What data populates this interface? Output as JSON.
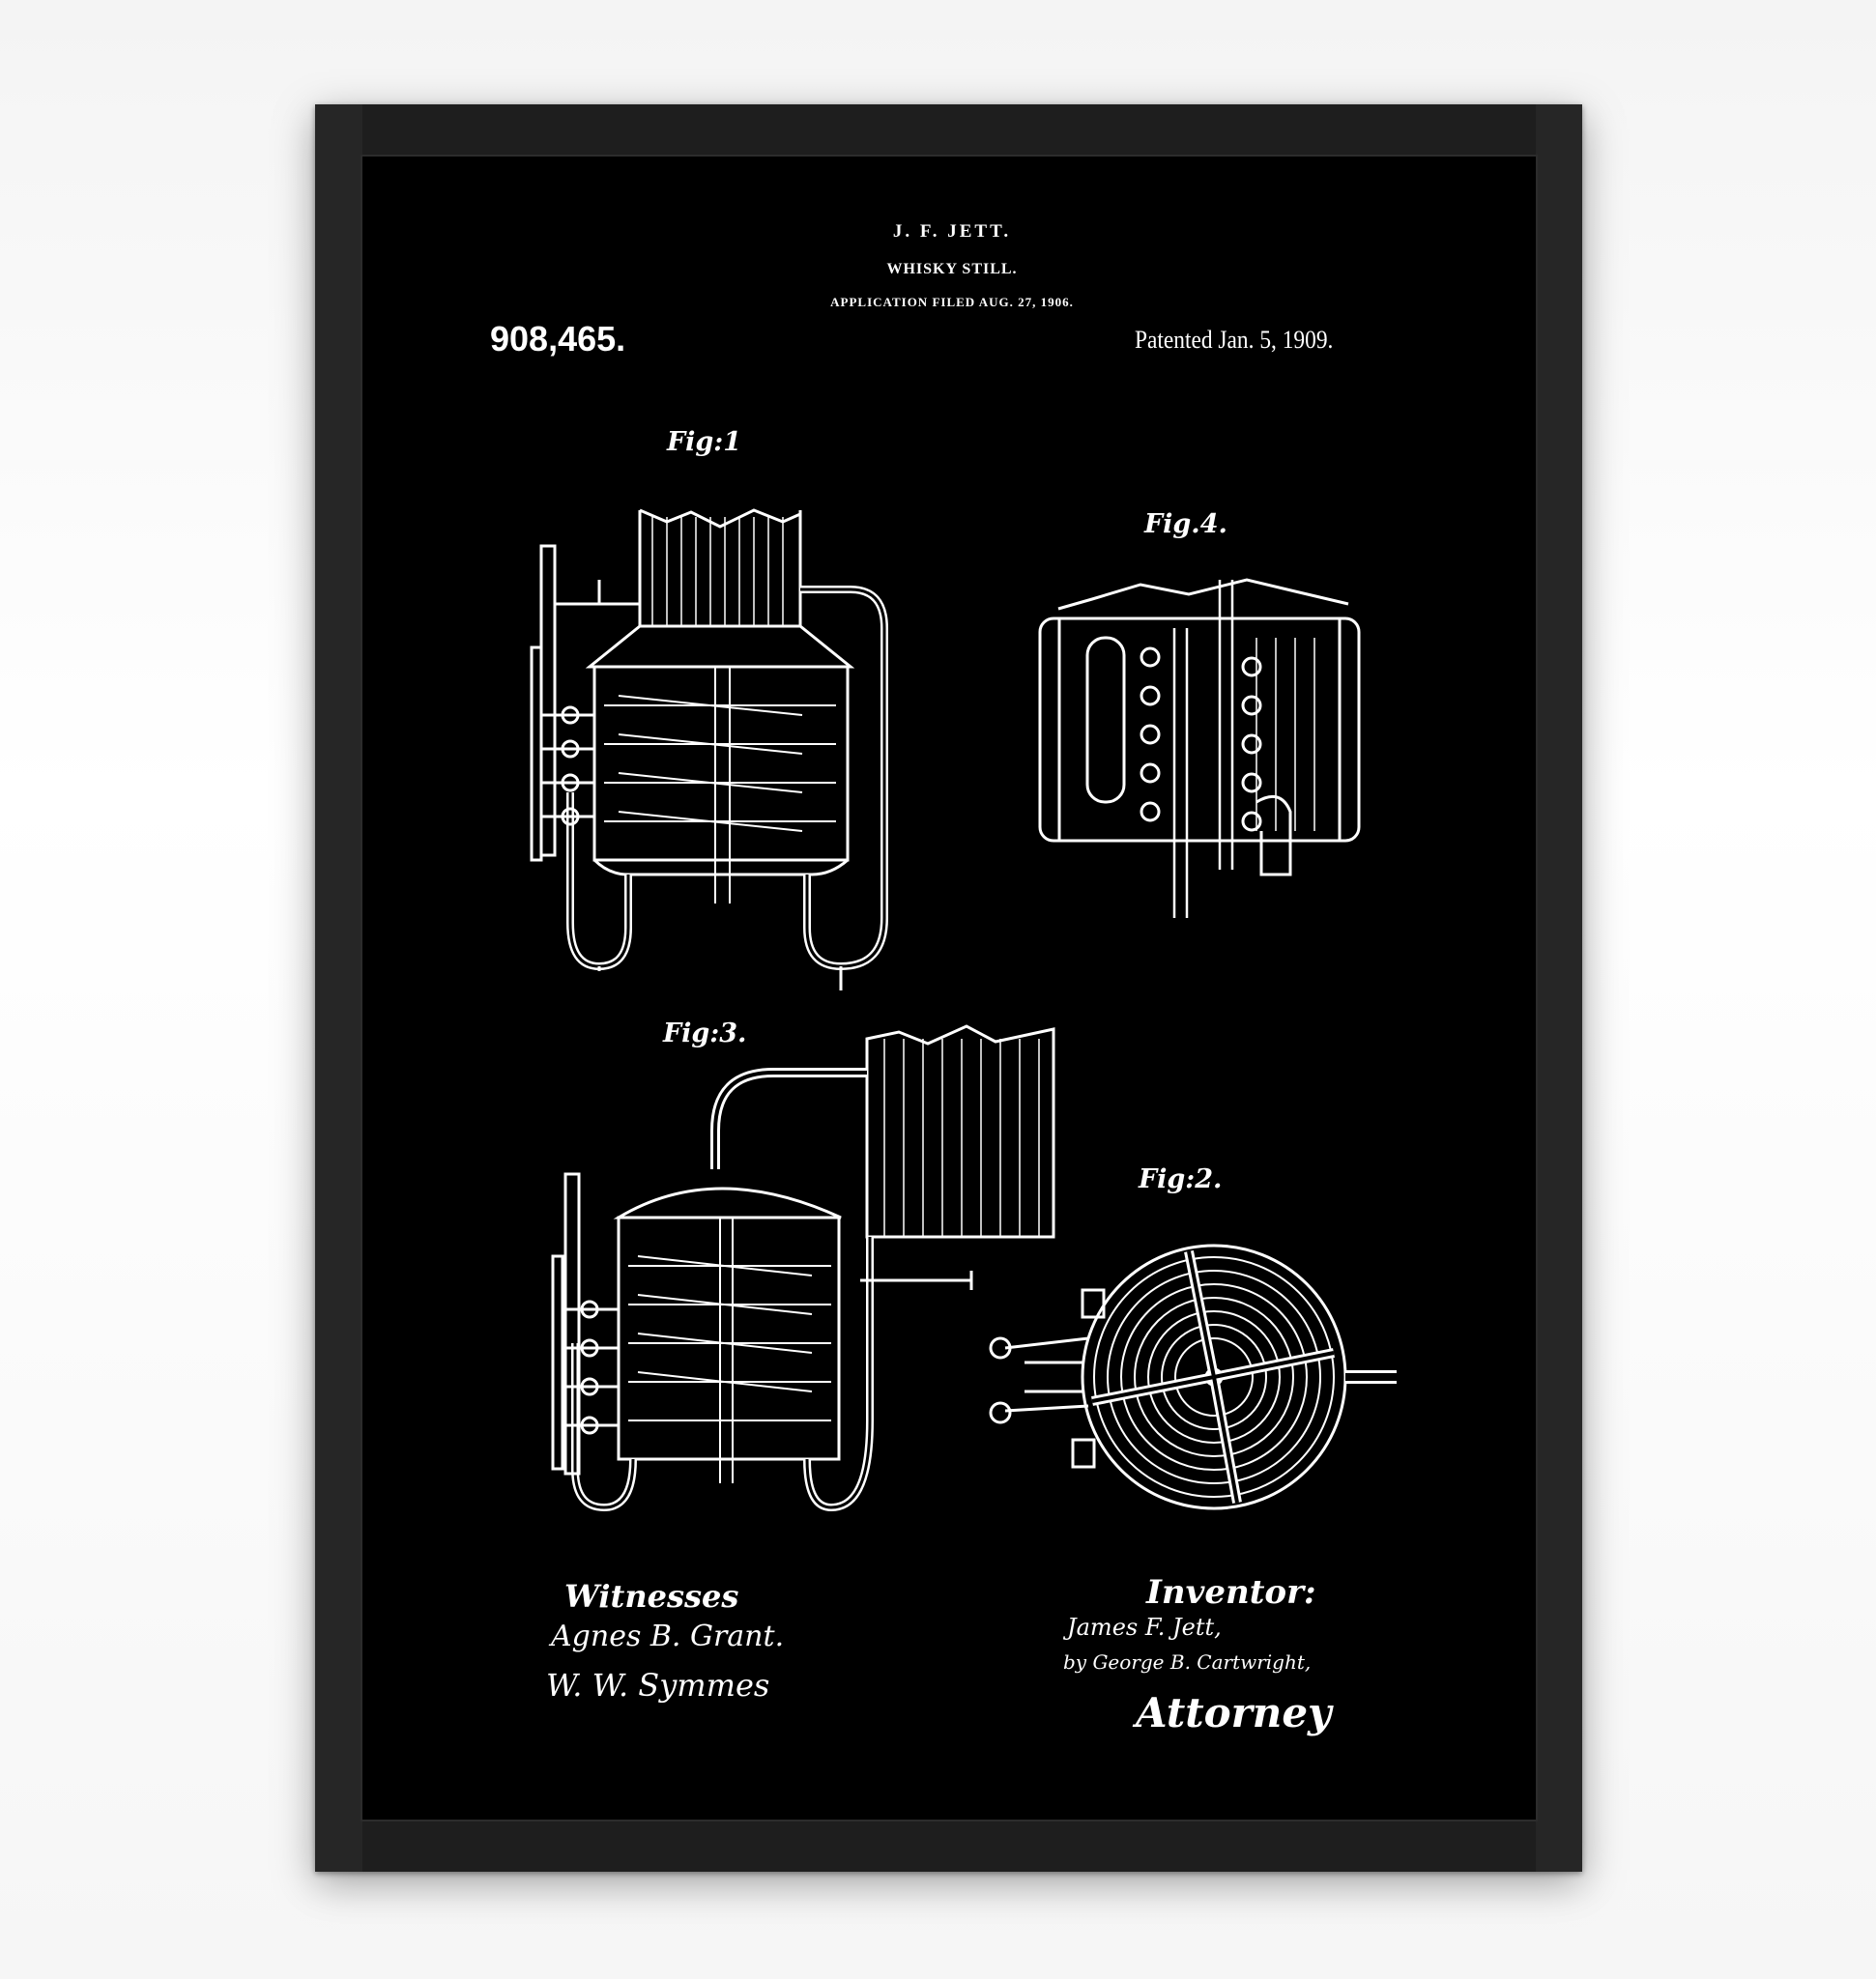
{
  "patent": {
    "inventor_name": "J. F. JETT.",
    "title": "WHISKY STILL.",
    "filed": "APPLICATION FILED AUG. 27, 1906.",
    "number": "908,465.",
    "patented": "Patented Jan. 5, 1909."
  },
  "figures": {
    "fig1": "Fig:1",
    "fig2": "Fig:2.",
    "fig3": "Fig:3.",
    "fig4": "Fig.4."
  },
  "signatures": {
    "witnesses_label": "Witnesses",
    "witness_1": "Agnes B. Grant.",
    "witness_2": "W. W. Symmes",
    "inventor_label": "Inventor:",
    "inventor_signature": "James F. Jett,",
    "attorney_signature": "by George B. Cartwright,",
    "attorney_label": "Attorney"
  },
  "colors": {
    "frame": "#1e1e1e",
    "poster": "#000000",
    "ink": "#ffffff"
  }
}
